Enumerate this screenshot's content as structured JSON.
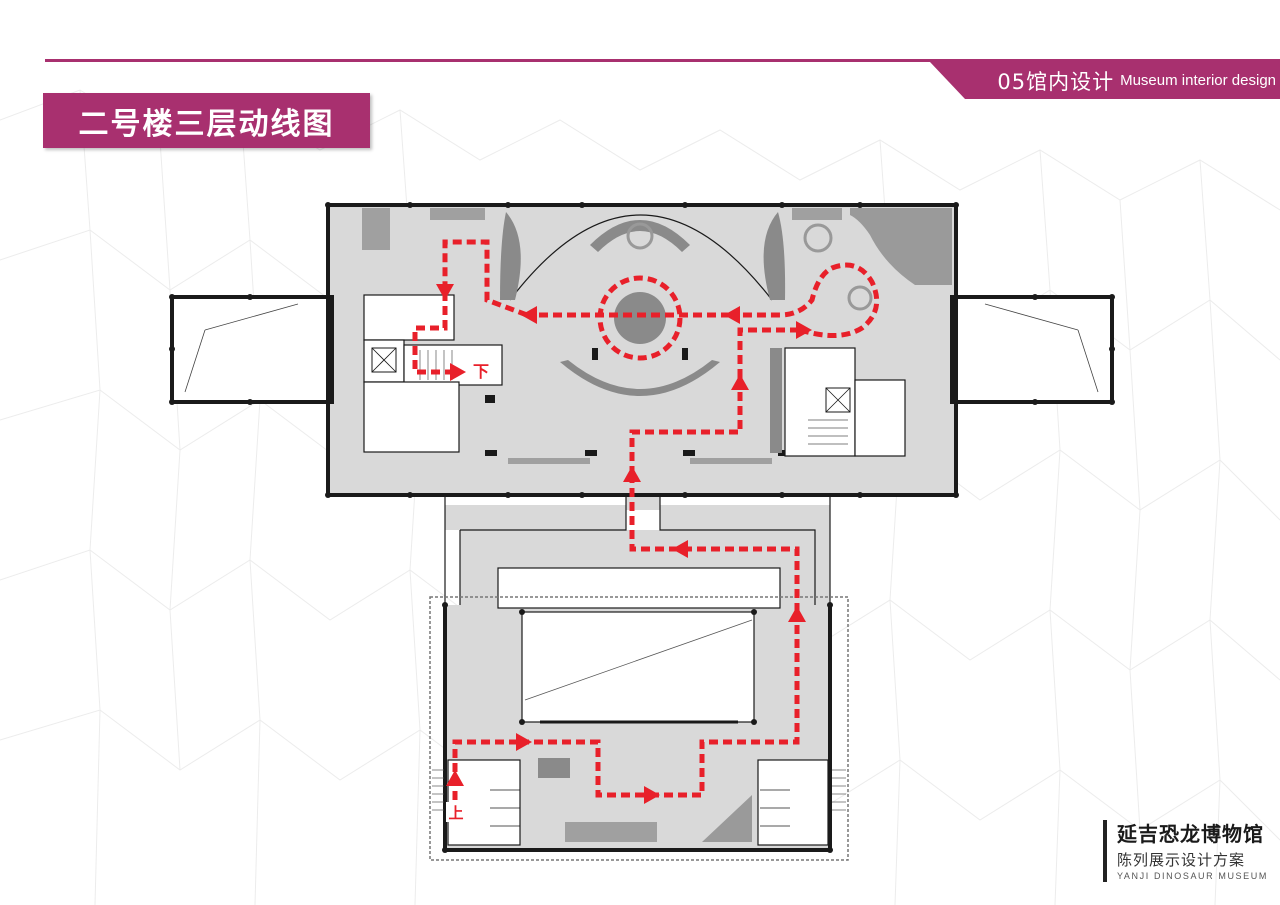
{
  "header": {
    "section_number": "05馆内设计",
    "section_english": "Museum interior design"
  },
  "page_title": "二号楼三层动线图",
  "plan": {
    "label_down": "下",
    "label_up": "上"
  },
  "museum": {
    "name_cn": "延吉恐龙博物馆",
    "subtitle_cn": "陈列展示设计方案",
    "name_en": "YANJI DINOSAUR MUSEUM"
  },
  "colors": {
    "brand": "#a8306f",
    "route": "#e8202a",
    "floor": "#d9d9d9",
    "wall": "#1a1a1a"
  }
}
